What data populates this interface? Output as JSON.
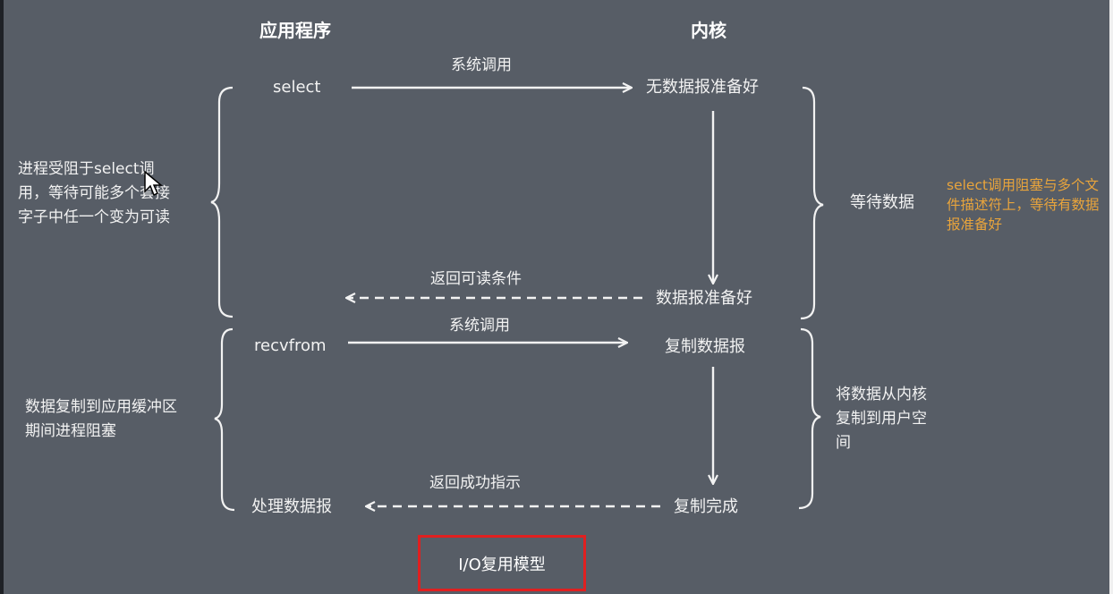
{
  "headers": {
    "application": "应用程序",
    "kernel": "内核"
  },
  "app_column": {
    "select": "select",
    "recvfrom": "recvfrom",
    "process_datagram": "处理数据报"
  },
  "kernel_column": {
    "no_datagram_ready": "无数据报准备好",
    "datagram_ready": "数据报准备好",
    "copy_datagram": "复制数据报",
    "copy_complete": "复制完成"
  },
  "arrows": {
    "syscall_1": "系统调用",
    "return_readable": "返回可读条件",
    "syscall_2": "系统调用",
    "return_success": "返回成功指示"
  },
  "right_notes": {
    "wait_data": "等待数据",
    "copy_to_user": "将数据从内核复制到用户空间",
    "select_blocked": "select调用阻塞与多个文件描述符上，等待有数据报准备好"
  },
  "left_notes": {
    "process_blocked": "进程受阻于select调用，等待可能多个套接字子中任一个变为可读",
    "copy_blocked": "数据复制到应用缓冲区期间进程阻塞"
  },
  "title": "I/O复用模型",
  "colors": {
    "background": "#575d66",
    "text": "#f2f2f2",
    "highlight": "#e8a43c",
    "frame": "#e02020"
  }
}
